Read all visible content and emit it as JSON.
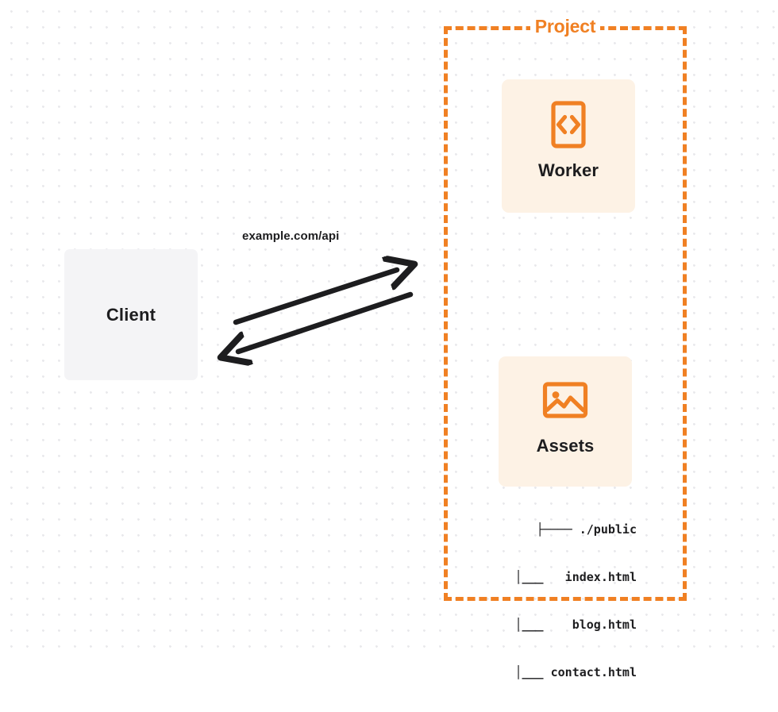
{
  "diagram": {
    "title": "Project",
    "background": {
      "style": "dot-grid",
      "dot_color": "#e9e9ec",
      "page_color": "#ffffff"
    },
    "colors": {
      "accent_orange": "#f08023",
      "card_bg": "#fdf2e5",
      "client_bg": "#f4f4f6",
      "text": "#1d1d1f"
    }
  },
  "client": {
    "label": "Client",
    "icon": "none"
  },
  "project": {
    "label": "Project",
    "border_style": "dashed",
    "border_color": "#f08023"
  },
  "nodes": [
    {
      "id": "worker",
      "label": "Worker",
      "icon": "code-brackets-icon",
      "icon_color": "#f08023"
    },
    {
      "id": "assets",
      "label": "Assets",
      "icon": "image-icon",
      "icon_color": "#f08023"
    }
  ],
  "file_tree": {
    "root": {
      "connector": "├────",
      "name": "./public"
    },
    "children": [
      {
        "connector": "│__",
        "name": "index.html"
      },
      {
        "connector": "│__",
        "name": "blog.html"
      },
      {
        "connector": "│__",
        "name": "contact.html"
      }
    ],
    "lines": [
      "├──── ./public",
      " │___   index.html",
      " │___    blog.html",
      " │___ contact.html"
    ]
  },
  "edges": [
    {
      "id": "request",
      "label": "example.com/api",
      "direction": "client-to-project",
      "from": "Client",
      "to": "Worker",
      "color": "#1d1d1f"
    },
    {
      "id": "response",
      "label": "",
      "direction": "project-to-client",
      "from": "Worker",
      "to": "Client",
      "color": "#1d1d1f"
    }
  ]
}
